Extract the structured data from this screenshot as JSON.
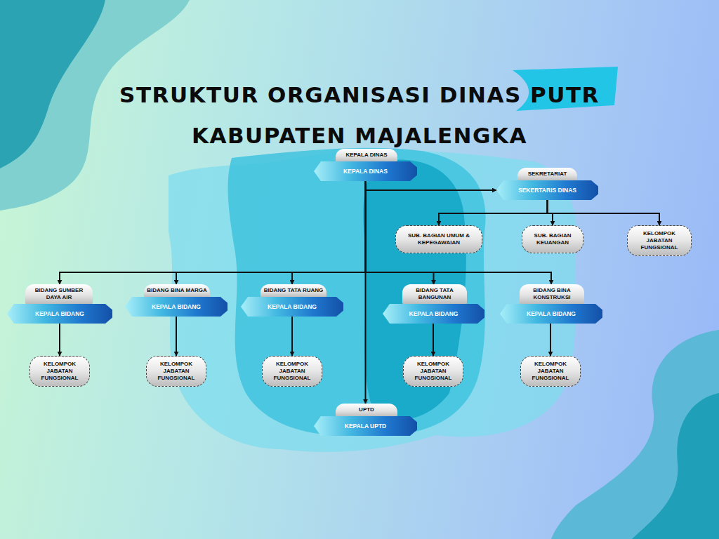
{
  "diagram": {
    "title": "STRUKTUR ORGANISASI DINAS PUTR KABUPATEN MAJALENGKA",
    "nodes": [
      {
        "text": [
          "KEPALA DINAS",
          "KEPALA DINAS"
        ]
      },
      {
        "text": [
          "SEKRETARIAT",
          "SEKERTARIS DINAS"
        ]
      },
      {
        "text": [
          "SUB. BAGIAN UMUM & KEPEGAWAIAN"
        ]
      },
      {
        "text": [
          "SUB. BAGIAN KEUANGAN"
        ]
      },
      {
        "text": [
          "KELOMPOK JABATAN FUNGSIONAL"
        ]
      },
      {
        "text": [
          "BIDANG SUMBER DAYA AIR",
          "KEPALA BIDANG"
        ]
      },
      {
        "text": [
          "BIDANG BINA MARGA",
          "KEPALA BIDANG"
        ]
      },
      {
        "text": [
          "BIDANG TATA RUANG",
          "KEPALA BIDANG"
        ]
      },
      {
        "text": [
          "BIDANG TATA BANGUNAN",
          "KEPALA BIDANG"
        ]
      },
      {
        "text": [
          "BIDANG BINA KONSTRUKSI",
          "KEPALA BIDANG"
        ]
      },
      {
        "text": [
          "KELOMPOK JABATAN FUNGSIONAL"
        ]
      },
      {
        "text": [
          "KELOMPOK JABATAN FUNGSIONAL"
        ]
      },
      {
        "text": [
          "KELOMPOK JABATAN FUNGSIONAL"
        ]
      },
      {
        "text": [
          "KELOMPOK JABATAN FUNGSIONAL"
        ]
      },
      {
        "text": [
          "KELOMPOK JABATAN FUNGSIONAL"
        ]
      },
      {
        "text": [
          "UPTD",
          "KEPALA UPTD"
        ]
      }
    ],
    "edges": [
      {
        "from": 0,
        "to": 1,
        "arrow": "to"
      },
      {
        "from": 1,
        "to": 2,
        "arrow": "to"
      },
      {
        "from": 1,
        "to": 3,
        "arrow": "to"
      },
      {
        "from": 1,
        "to": 4,
        "arrow": "to"
      },
      {
        "from": 0,
        "to": 5,
        "arrow": "to"
      },
      {
        "from": 0,
        "to": 6,
        "arrow": "to"
      },
      {
        "from": 0,
        "to": 7,
        "arrow": "to"
      },
      {
        "from": 0,
        "to": 8,
        "arrow": "to"
      },
      {
        "from": 0,
        "to": 9,
        "arrow": "to"
      },
      {
        "from": 5,
        "to": 10,
        "arrow": "to"
      },
      {
        "from": 6,
        "to": 11,
        "arrow": "to"
      },
      {
        "from": 7,
        "to": 12,
        "arrow": "to"
      },
      {
        "from": 8,
        "to": 13,
        "arrow": "to"
      },
      {
        "from": 9,
        "to": 14,
        "arrow": "to"
      },
      {
        "from": 0,
        "to": 15,
        "arrow": "to"
      }
    ]
  }
}
